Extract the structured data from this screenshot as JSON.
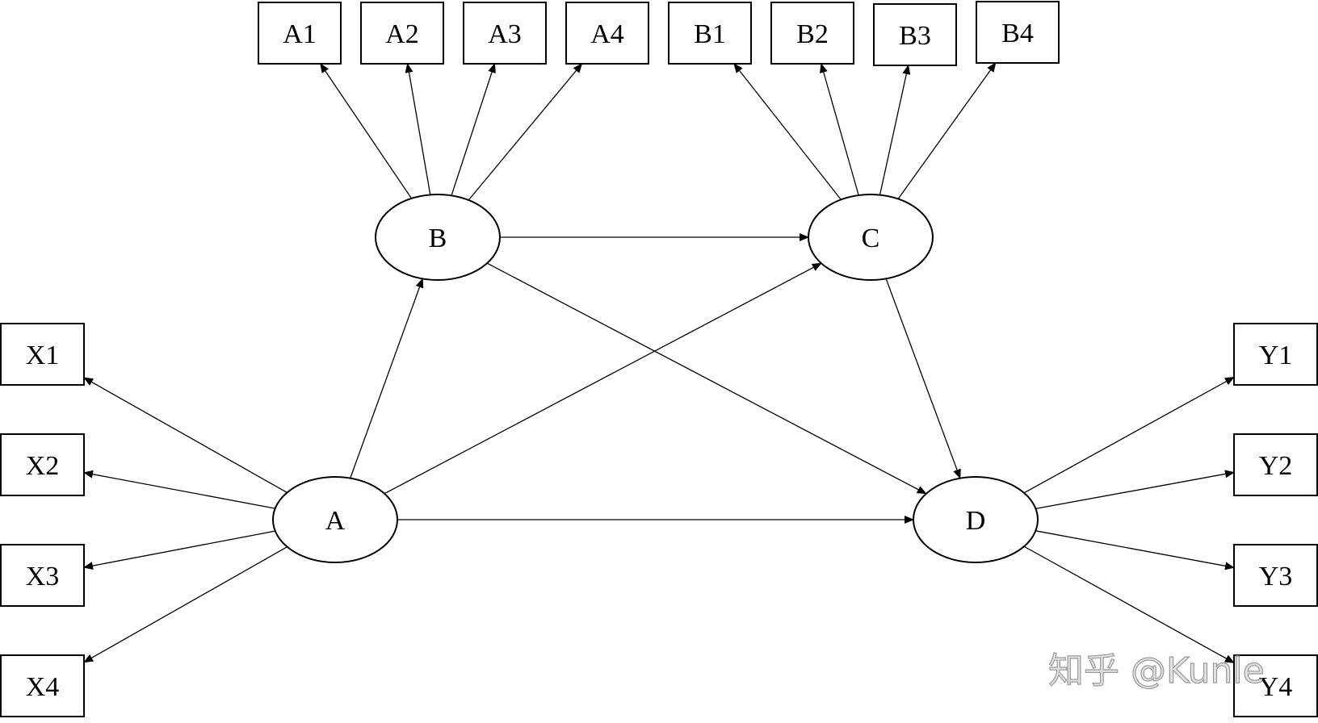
{
  "latent_nodes": [
    {
      "id": "A",
      "label": "A"
    },
    {
      "id": "B",
      "label": "B"
    },
    {
      "id": "C",
      "label": "C"
    },
    {
      "id": "D",
      "label": "D"
    }
  ],
  "indicator_nodes": [
    {
      "id": "A1",
      "label": "A1"
    },
    {
      "id": "A2",
      "label": "A2"
    },
    {
      "id": "A3",
      "label": "A3"
    },
    {
      "id": "A4",
      "label": "A4"
    },
    {
      "id": "B1",
      "label": "B1"
    },
    {
      "id": "B2",
      "label": "B2"
    },
    {
      "id": "B3",
      "label": "B3"
    },
    {
      "id": "B4",
      "label": "B4"
    },
    {
      "id": "X1",
      "label": "X1"
    },
    {
      "id": "X2",
      "label": "X2"
    },
    {
      "id": "X3",
      "label": "X3"
    },
    {
      "id": "X4",
      "label": "X4"
    },
    {
      "id": "Y1",
      "label": "Y1"
    },
    {
      "id": "Y2",
      "label": "Y2"
    },
    {
      "id": "Y3",
      "label": "Y3"
    },
    {
      "id": "Y4",
      "label": "Y4"
    }
  ],
  "edges": [
    {
      "from": "A",
      "to": "B"
    },
    {
      "from": "A",
      "to": "C"
    },
    {
      "from": "A",
      "to": "D"
    },
    {
      "from": "B",
      "to": "C"
    },
    {
      "from": "B",
      "to": "D"
    },
    {
      "from": "C",
      "to": "D"
    },
    {
      "from": "B",
      "to": "A1"
    },
    {
      "from": "B",
      "to": "A2"
    },
    {
      "from": "B",
      "to": "A3"
    },
    {
      "from": "B",
      "to": "A4"
    },
    {
      "from": "C",
      "to": "B1"
    },
    {
      "from": "C",
      "to": "B2"
    },
    {
      "from": "C",
      "to": "B3"
    },
    {
      "from": "C",
      "to": "B4"
    },
    {
      "from": "A",
      "to": "X1"
    },
    {
      "from": "A",
      "to": "X2"
    },
    {
      "from": "A",
      "to": "X3"
    },
    {
      "from": "A",
      "to": "X4"
    },
    {
      "from": "D",
      "to": "Y1"
    },
    {
      "from": "D",
      "to": "Y2"
    },
    {
      "from": "D",
      "to": "Y3"
    },
    {
      "from": "D",
      "to": "Y4"
    }
  ],
  "watermark": {
    "text": "知乎 @Kunle"
  }
}
